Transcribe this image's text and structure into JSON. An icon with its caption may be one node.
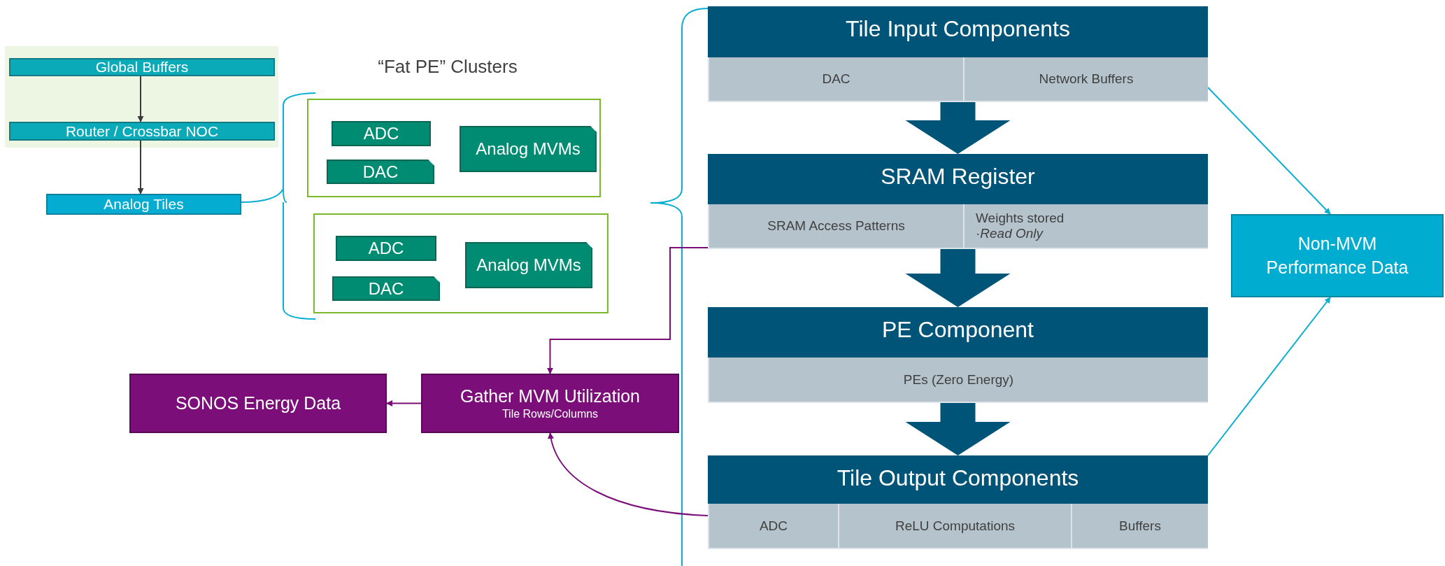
{
  "diagram": {
    "nodes": [
      {
        "text": [
          "Global Buffers"
        ]
      },
      {
        "text": [
          "Router / Crossbar NOC"
        ]
      },
      {
        "text": [
          "Analog Tiles"
        ]
      },
      {
        "text": [],
        "shape": "box"
      },
      {
        "text": [
          "ADC"
        ],
        "in": 3
      },
      {
        "text": [
          "DAC"
        ],
        "in": 3
      },
      {
        "text": [
          "Analog MVMs"
        ],
        "in": 3
      },
      {
        "text": [],
        "shape": "box"
      },
      {
        "text": [
          "ADC"
        ],
        "in": 7
      },
      {
        "text": [
          "DAC"
        ],
        "in": 7
      },
      {
        "text": [
          "Analog MVMs"
        ],
        "in": 7
      },
      {
        "text": [
          "Tile Input Components"
        ]
      },
      {
        "text": [
          "DAC"
        ],
        "in": 11
      },
      {
        "text": [
          "Network Buffers"
        ],
        "in": 11
      },
      {
        "text": [
          "SRAM Register"
        ]
      },
      {
        "text": [
          "SRAM Access Patterns"
        ],
        "in": 14
      },
      {
        "text": [
          "Weights stored",
          "·Read Only"
        ],
        "in": 14
      },
      {
        "text": [
          "PE Component"
        ]
      },
      {
        "text": [
          "PEs (Zero Energy)"
        ],
        "in": 17
      },
      {
        "text": [
          "Tile Output Components"
        ]
      },
      {
        "text": [
          "ADC"
        ],
        "in": 19
      },
      {
        "text": [
          "ReLU Computations"
        ],
        "in": 19
      },
      {
        "text": [
          "Buffers"
        ],
        "in": 19
      },
      {
        "text": [
          "Non-MVM Performance Data"
        ]
      },
      {
        "text": [
          "Gather MVM Utilization",
          "Tile Rows/Columns"
        ]
      },
      {
        "text": [
          "SONOS Energy Data"
        ]
      }
    ],
    "edges": [
      {
        "from": 0,
        "to": 1,
        "arrow": "to"
      },
      {
        "from": 1,
        "to": 2,
        "arrow": "to"
      },
      {
        "from": 11,
        "to": 14,
        "arrow": "to",
        "style": "thick",
        "color": "#005478"
      },
      {
        "from": 14,
        "to": 17,
        "arrow": "to",
        "style": "thick",
        "color": "#005478"
      },
      {
        "from": 17,
        "to": 19,
        "arrow": "to",
        "style": "thick",
        "color": "#005478"
      },
      {
        "from": 14,
        "to": 24,
        "arrow": "to",
        "color": "#7b0e78"
      },
      {
        "from": 19,
        "to": 24,
        "arrow": "to",
        "color": "#7b0e78"
      },
      {
        "from": 24,
        "to": 25,
        "arrow": "to",
        "color": "#7b0e78"
      },
      {
        "from": 13,
        "to": 23,
        "arrow": "to",
        "color": "#0aaed2"
      },
      {
        "from": 19,
        "to": 23,
        "arrow": "to",
        "color": "#0aaed2"
      }
    ],
    "labels": [
      "“Fat PE” Clusters"
    ]
  }
}
